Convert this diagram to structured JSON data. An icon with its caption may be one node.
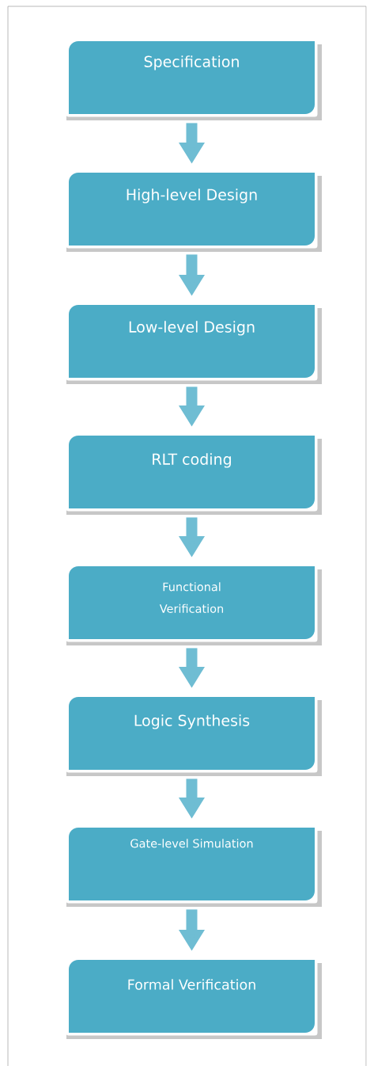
{
  "diagram": {
    "nodes": [
      {
        "text": [
          "Specification"
        ]
      },
      {
        "text": [
          "High-level Design"
        ]
      },
      {
        "text": [
          "Low-level Design"
        ]
      },
      {
        "text": [
          "RLT coding"
        ]
      },
      {
        "text": [
          "Functional Verification"
        ]
      },
      {
        "text": [
          "Logic Synthesis"
        ]
      },
      {
        "text": [
          "Gate-level Simulation"
        ]
      },
      {
        "text": [
          "Formal Verification"
        ]
      }
    ],
    "edges": [
      {
        "from": 0,
        "to": 1,
        "arrow": "to"
      },
      {
        "from": 1,
        "to": 2,
        "arrow": "to"
      },
      {
        "from": 2,
        "to": 3,
        "arrow": "to"
      },
      {
        "from": 3,
        "to": 4,
        "arrow": "to"
      },
      {
        "from": 4,
        "to": 5,
        "arrow": "to"
      },
      {
        "from": 5,
        "to": 6,
        "arrow": "to"
      },
      {
        "from": 6,
        "to": 7,
        "arrow": "to"
      }
    ]
  }
}
